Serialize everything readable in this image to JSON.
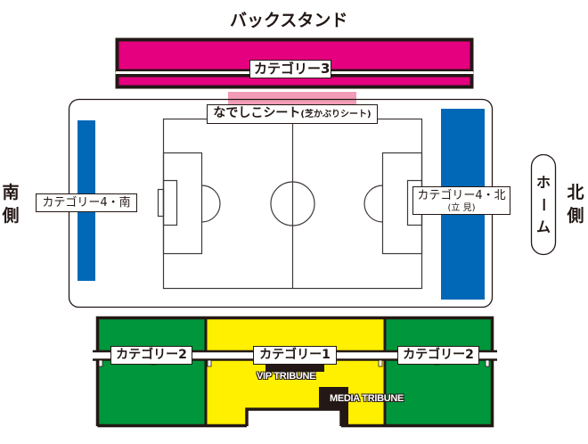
{
  "title": "バックスタンド",
  "colors": {
    "category1": "#fff000",
    "category2": "#00963c",
    "category3": "#e4007f",
    "category4": "#0068b7",
    "nadeshiko": "#f29cb7",
    "outline": "#231815",
    "tribune_dark": "#231815"
  },
  "sections": {
    "category3": {
      "label": "カテゴリー3"
    },
    "nadeshiko": {
      "label": "なでしこシート",
      "sublabel": "(芝かぶりシート)"
    },
    "category4_south": {
      "label": "カテゴリー4・南"
    },
    "category4_north": {
      "label": "カテゴリー4・北",
      "sublabel": "(立 見)"
    },
    "category2_left": {
      "label": "カテゴリー2"
    },
    "category1": {
      "label": "カテゴリー1"
    },
    "category2_right": {
      "label": "カテゴリー2"
    },
    "vip_tribune": {
      "label": "VIP TRIBUNE"
    },
    "media_tribune": {
      "label": "MEDIA TRIBUNE"
    }
  },
  "sides": {
    "south": {
      "line1": "南",
      "line2": "側"
    },
    "north": {
      "line1": "北",
      "line2": "側"
    },
    "home": {
      "label": "ホーム",
      "chars": [
        "ホ",
        "ー",
        "ム"
      ]
    }
  }
}
